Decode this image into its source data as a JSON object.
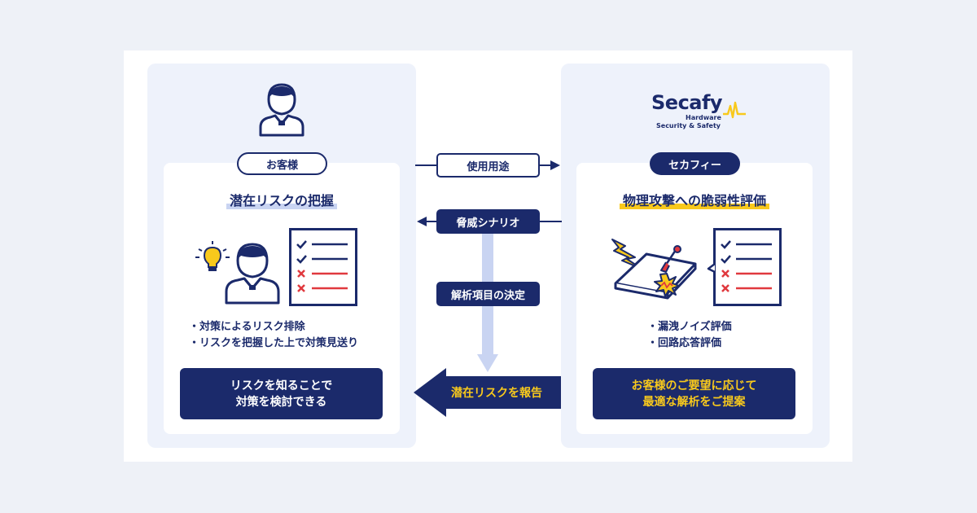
{
  "customer": {
    "pill_label": "お客様",
    "heading": "潜在リスクの把握",
    "bullets": [
      "・対策によるリスク排除",
      "・リスクを把握した上で対策見送り"
    ],
    "callout_lines": [
      "リスクを知ることで",
      "対策を検討できる"
    ]
  },
  "secafy": {
    "logo_word": "Secafy",
    "logo_sub1": "Hardware",
    "logo_sub2": "Security & Safety",
    "pill_label": "セカフィー",
    "heading": "物理攻撃への脆弱性評価",
    "bullets": [
      "・漏洩ノイズ評価",
      "・回路応答評価"
    ],
    "callout_lines": [
      "お客様のご要望に応じて",
      "最適な解析をご提案"
    ]
  },
  "flow": {
    "usage": "使用用途",
    "threat": "脅威シナリオ",
    "analysis": "解析項目の決定",
    "report": "潜在リスクを報告"
  },
  "colors": {
    "navy": "#1b2a6b",
    "yellow": "#f8c91c",
    "light_blue": "#c9d4f2",
    "panel": "#eef2fb",
    "red": "#e0393e"
  }
}
